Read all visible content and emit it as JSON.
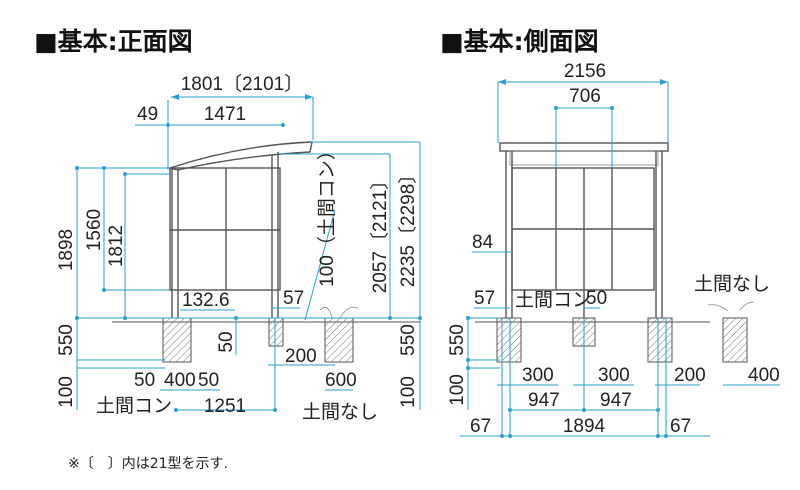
{
  "titles": {
    "front": "■基本:正面図",
    "side": "■基本:側面図"
  },
  "front": {
    "width_total": "1801〔2101〕",
    "offset_49": "49",
    "width_1471": "1471",
    "h_1898": "1898",
    "h_1560": "1560",
    "h_1812": "1812",
    "d_132_6": "132.6",
    "d_57": "57",
    "slab_note": "100（土間コン）",
    "h_2057": "2057〔2121〕",
    "h_2235": "2235〔2298〕",
    "depth_550_left": "550",
    "depth_100_left": "100",
    "d_50_vertical": "50",
    "d_200": "200",
    "d_50_left": "50",
    "d_400": "400",
    "d_50_right": "50",
    "d_600": "600",
    "label_doma_con": "土間コン",
    "d_1251": "1251",
    "label_doma_nashi": "土間なし",
    "depth_550_right": "550",
    "depth_100_right": "100"
  },
  "side": {
    "width_total": "2156",
    "width_706": "706",
    "d_84": "84",
    "d_57": "57",
    "label_doma_con": "土間コン",
    "d_50": "50",
    "label_doma_nashi": "土間なし",
    "depth_550": "550",
    "depth_100": "100",
    "d_300_a": "300",
    "d_300_b": "300",
    "d_200": "200",
    "d_400": "400",
    "d_947_a": "947",
    "d_947_b": "947",
    "d_67_left": "67",
    "d_1894": "1894",
    "d_67_right": "67"
  },
  "footnote": "※〔　〕内は21型を示す.",
  "colors": {
    "dimension": "#2a9fd0",
    "frame": "#555555"
  }
}
